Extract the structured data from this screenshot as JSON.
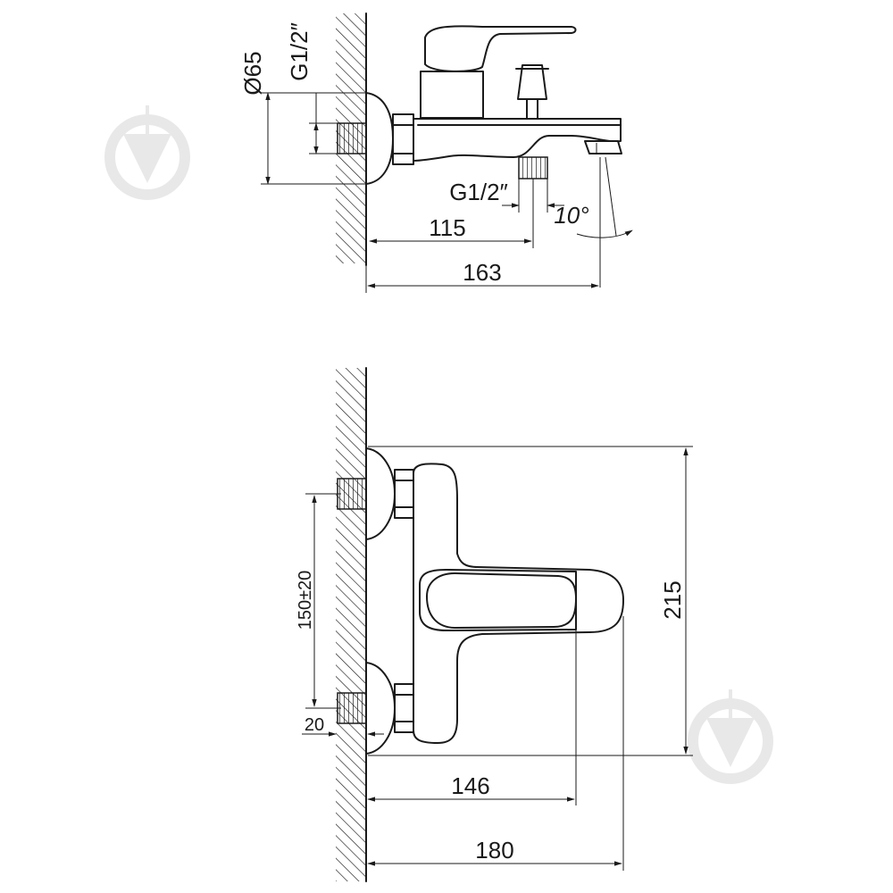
{
  "top_view": {
    "dim_diameter": "Ø65",
    "dim_inlet_thread": "G1/2″",
    "dim_outlet_thread": "G1/2″",
    "dim_angle": "10°",
    "dim_outlet_offset": "115",
    "dim_total_depth": "163"
  },
  "front_view": {
    "dim_inlet_spacing": "150±20",
    "dim_thread_length": "20",
    "dim_height": "215",
    "dim_handle_reach": "146",
    "dim_total_reach": "180"
  },
  "colors": {
    "line": "#1a1a1a",
    "watermark": "#e8e8e8"
  },
  "icons": [
    "hatched-wall",
    "watermark-logo"
  ]
}
